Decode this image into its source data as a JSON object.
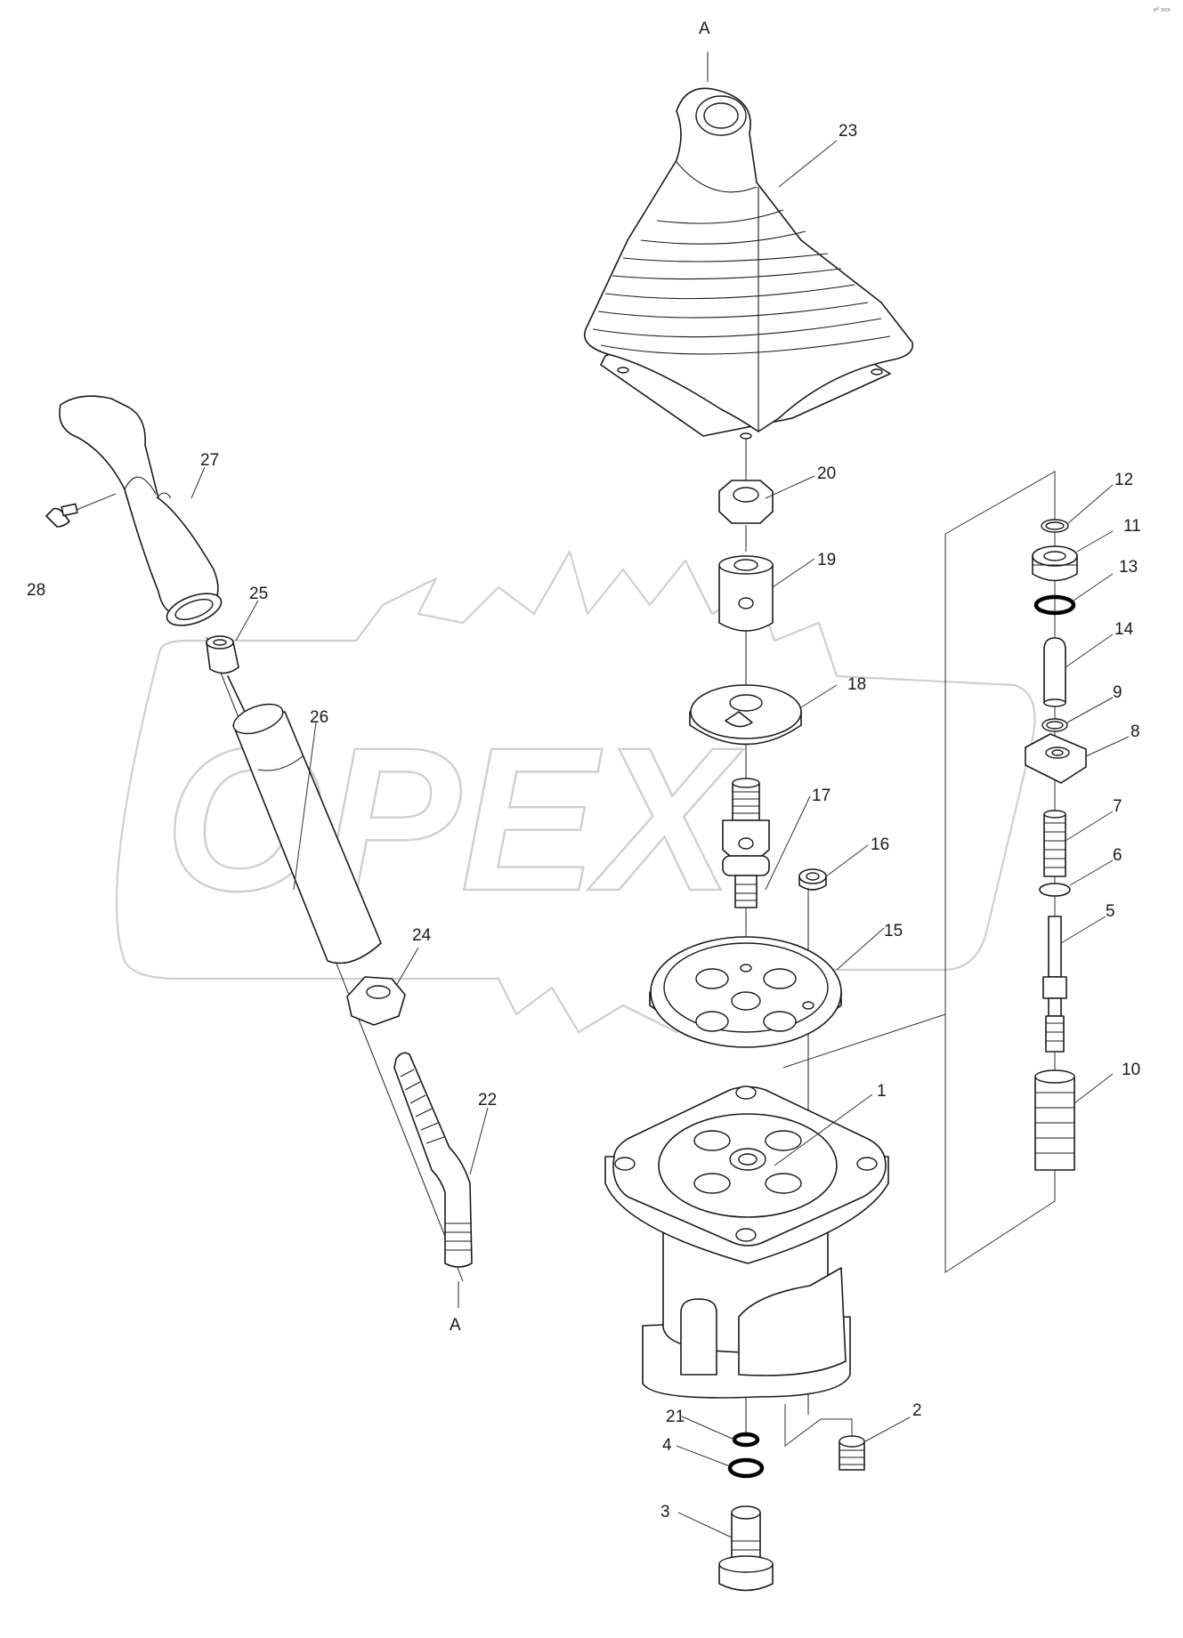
{
  "watermark": {
    "text": "OPEX"
  },
  "corner_mark": "e² xxx",
  "markers": {
    "top": "A",
    "bottom": "A"
  },
  "callouts": {
    "c1": "1",
    "c2": "2",
    "c3": "3",
    "c4": "4",
    "c5": "5",
    "c6": "6",
    "c7": "7",
    "c8": "8",
    "c9": "9",
    "c10": "10",
    "c11": "11",
    "c12": "12",
    "c13": "13",
    "c14": "14",
    "c15": "15",
    "c16": "16",
    "c17": "17",
    "c18": "18",
    "c19": "19",
    "c20": "20",
    "c21": "21",
    "c22": "22",
    "c23": "23",
    "c24": "24",
    "c25": "25",
    "c26": "26",
    "c27": "27",
    "c28": "28"
  }
}
